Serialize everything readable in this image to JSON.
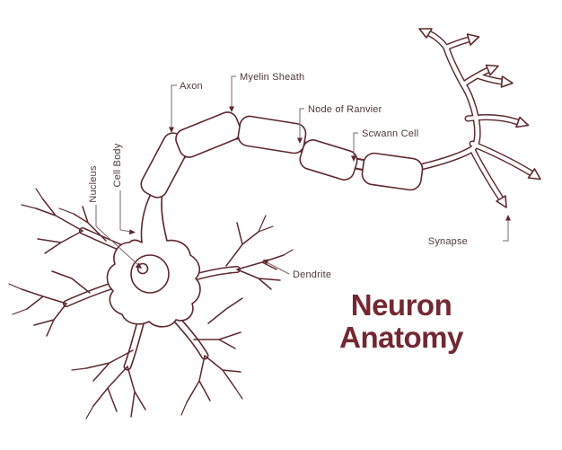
{
  "title": {
    "line1": "Neuron",
    "line2": "Anatomy"
  },
  "labels": {
    "axon": "Axon",
    "myelin_sheath": "Myelin Sheath",
    "node_of_ranvier": "Node of Ranvier",
    "schwann_cell": "Scwann Cell",
    "synapse": "Synapse",
    "dendrite": "Dendrite",
    "cell_body": "Cell Body",
    "nucleus": "Nucleus"
  },
  "colors": {
    "background": "#ffffff",
    "line": "#5d282e",
    "label_text": "#4f383b",
    "connector": "#7d6468",
    "title": "#732832"
  },
  "diagram": {
    "type": "anatomical line illustration",
    "subject": "neuron",
    "parts_labeled": [
      "Axon",
      "Myelin Sheath",
      "Node of Ranvier",
      "Scwann Cell",
      "Synapse",
      "Dendrite",
      "Cell Body",
      "Nucleus"
    ]
  }
}
